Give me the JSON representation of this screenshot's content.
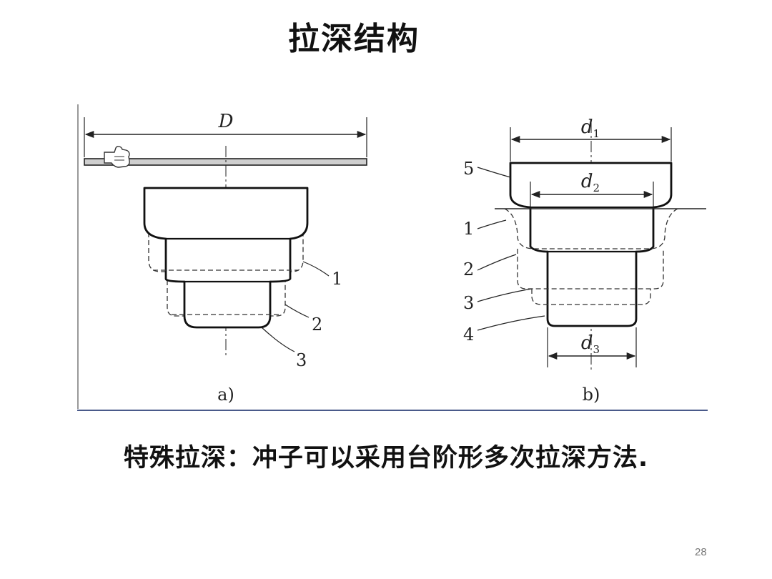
{
  "slide": {
    "title": "拉深结构",
    "caption": "特殊拉深：冲子可以采用台阶形多次拉深方法.",
    "page_number": "28"
  },
  "figure": {
    "panel_a": {
      "label": "a)",
      "dimension": "D",
      "callouts": [
        "1",
        "2",
        "3"
      ]
    },
    "panel_b": {
      "label": "b)",
      "dimensions": [
        {
          "base": "d",
          "sub": "1"
        },
        {
          "base": "d",
          "sub": "2"
        },
        {
          "base": "d",
          "sub": "3"
        }
      ],
      "callouts": [
        "5",
        "1",
        "2",
        "3",
        "4"
      ]
    }
  },
  "icons": {
    "pointer": "hand-pointer-icon"
  }
}
